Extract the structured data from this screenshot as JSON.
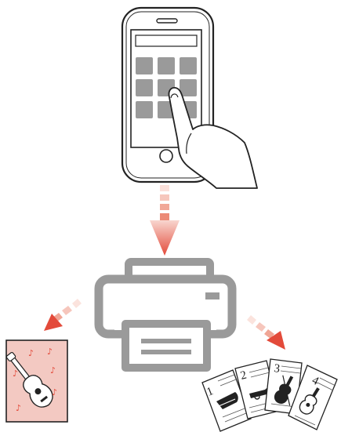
{
  "colors": {
    "device_outline": "#222222",
    "phone_screen": "#ffffff",
    "phone_tile": "#9a9a9a",
    "printer_body": "#9a9a9a",
    "arrow_red": "#e34a3a",
    "arrow_light": "#f6c6bc",
    "poster_background": "#f3c9c2",
    "music_note": "#e34a3a",
    "sheet_fill": "#ffffff"
  },
  "phone": {
    "tile_grid": {
      "rows": 3,
      "columns": 3
    }
  },
  "icons": {
    "phone": "smartphone-icon",
    "hand": "tapping-hand-icon",
    "printer": "printer-icon",
    "poster": "guitar-poster-icon",
    "sheets": "instrument-sheets-icon"
  },
  "sheets": [
    {
      "number": "1",
      "instrument": "piano"
    },
    {
      "number": "2",
      "instrument": "trumpet"
    },
    {
      "number": "3",
      "instrument": "violin"
    },
    {
      "number": "4",
      "instrument": "guitar"
    }
  ]
}
